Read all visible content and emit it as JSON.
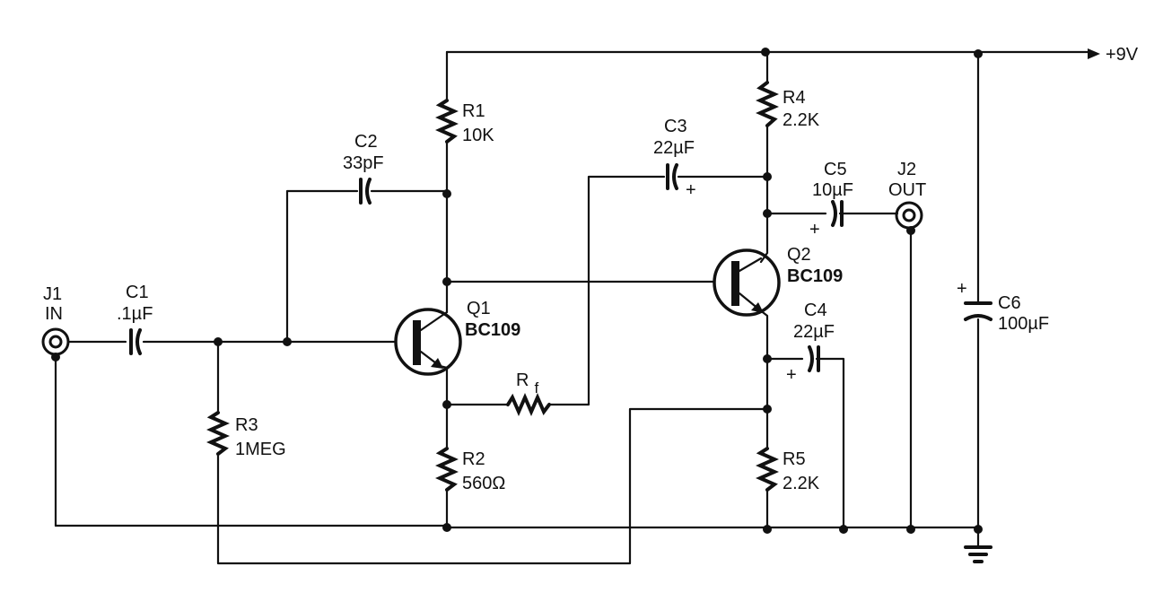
{
  "supply": {
    "label": "+9V"
  },
  "components": {
    "J1": {
      "ref": "J1",
      "text": "IN"
    },
    "J2": {
      "ref": "J2",
      "text": "OUT"
    },
    "C1": {
      "ref": "C1",
      "value": ".1µF"
    },
    "C2": {
      "ref": "C2",
      "value": "33pF"
    },
    "C3": {
      "ref": "C3",
      "value": "22µF"
    },
    "C4": {
      "ref": "C4",
      "value": "22µF"
    },
    "C5": {
      "ref": "C5",
      "value": "10µF"
    },
    "C6": {
      "ref": "C6",
      "value": "100µF"
    },
    "R1": {
      "ref": "R1",
      "value": "10K"
    },
    "R2": {
      "ref": "R2",
      "value": "560Ω"
    },
    "R3": {
      "ref": "R3",
      "value": "1MEG"
    },
    "R4": {
      "ref": "R4",
      "value": "2.2K"
    },
    "R5": {
      "ref": "R5",
      "value": "2.2K"
    },
    "Rf": {
      "ref": "R",
      "sub": "f"
    },
    "Q1": {
      "ref": "Q1",
      "part": "BC109"
    },
    "Q2": {
      "ref": "Q2",
      "part": "BC109"
    }
  },
  "polarity_mark": "+"
}
